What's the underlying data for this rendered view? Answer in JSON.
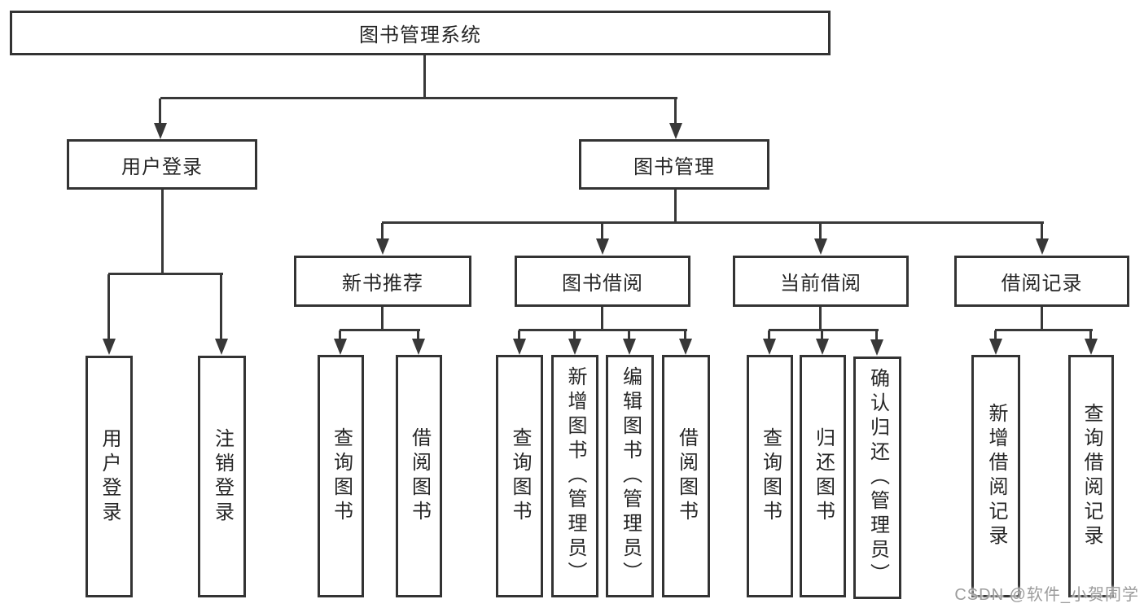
{
  "diagram_title": "图书管理系统",
  "nodes": {
    "root": {
      "label": "图书管理系统"
    },
    "user_login": {
      "label": "用户登录"
    },
    "book_mgmt": {
      "label": "图书管理"
    },
    "new_book": {
      "label": "新书推荐"
    },
    "book_borrow": {
      "label": "图书借阅"
    },
    "current_borrow": {
      "label": "当前借阅"
    },
    "borrow_records": {
      "label": "借阅记录"
    },
    "leaf_user_login": {
      "label": "用户登录"
    },
    "leaf_logout": {
      "label": "注销登录"
    },
    "leaf_nb_query": {
      "label": "查询图书"
    },
    "leaf_nb_borrow": {
      "label": "借阅图书"
    },
    "leaf_bb_query": {
      "label": "查询图书"
    },
    "leaf_bb_add": {
      "label": "新增图书（管理员）"
    },
    "leaf_bb_edit": {
      "label": "编辑图书（管理员）"
    },
    "leaf_bb_borrow": {
      "label": "借阅图书"
    },
    "leaf_cb_query": {
      "label": "查询图书"
    },
    "leaf_cb_return": {
      "label": "归还图书"
    },
    "leaf_cb_confirm": {
      "label": "确认归还（管理员）"
    },
    "leaf_br_add": {
      "label": "新增借阅记录"
    },
    "leaf_br_query": {
      "label": "查询借阅记录"
    }
  },
  "watermark": {
    "text": "CSDN @软件_小贺同学"
  },
  "colors": {
    "line": "#383838",
    "border": "#333333",
    "text": "#262626",
    "watermark": "#9c9c9c",
    "background": "#ffffff"
  }
}
